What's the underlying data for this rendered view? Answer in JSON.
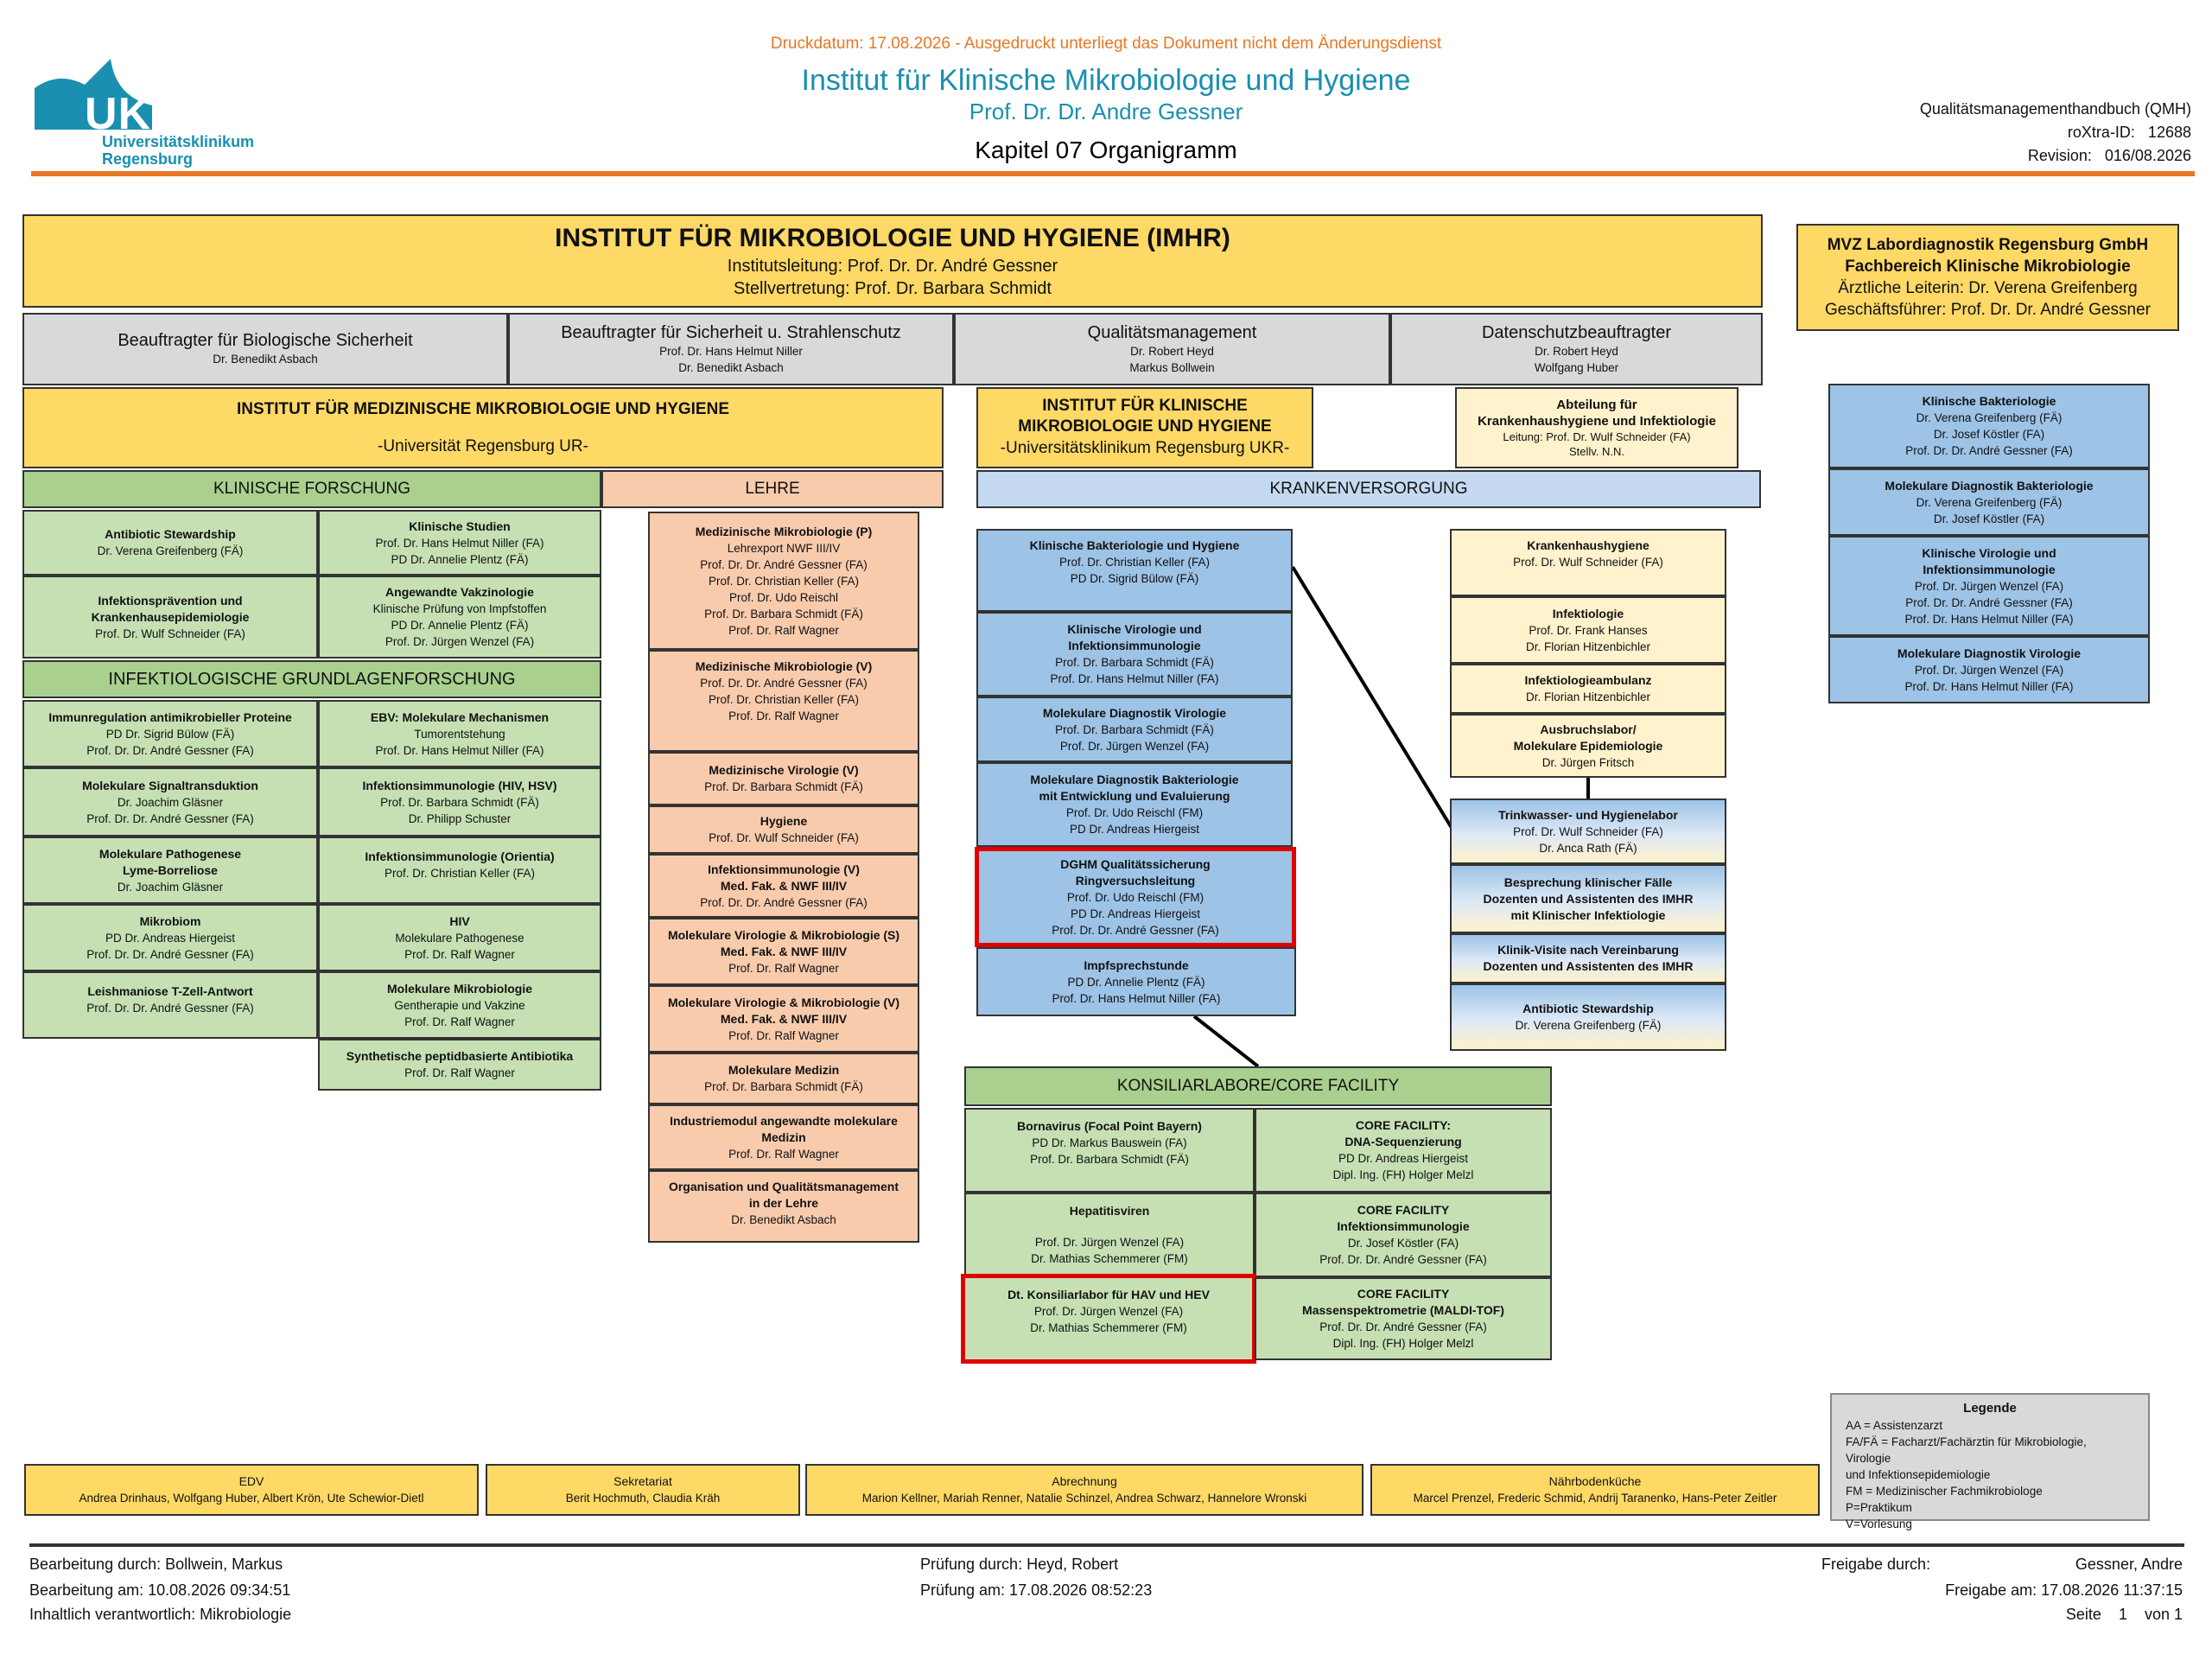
{
  "header": {
    "print_notice": "Druckdatum: 17.08.2026 - Ausgedruckt unterliegt das Dokument nicht dem Änderungsdienst",
    "institute": "Institut für Klinische Mikrobiologie und Hygiene",
    "head": "Prof. Dr. Dr. Andre Gessner",
    "chapter": "Kapitel 07 Organigramm",
    "logo_text": "UKR",
    "logo_sub1": "Universitätsklinikum",
    "logo_sub2": "Regensburg",
    "qmh": "Qualitätsmanagementhandbuch (QMH)",
    "roxtra": "roXtra-ID:   12688",
    "revision": "Revision:   016/08.2026"
  },
  "top": {
    "title": "INSTITUT FÜR MIKROBIOLOGIE UND HYGIENE (IMHR)",
    "lead": "Institutsleitung: Prof. Dr. Dr. André Gessner",
    "deputy": "Stellvertretung: Prof. Dr. Barbara Schmidt"
  },
  "mvz": {
    "l1": "MVZ Labordiagnostik Regensburg GmbH",
    "l2": "Fachbereich Klinische Mikrobiologie",
    "l3": "Ärztliche Leiterin: Dr. Verena Greifenberg",
    "l4": "Geschäftsführer: Prof. Dr. Dr. André Gessner"
  },
  "officers": [
    {
      "title": "Beauftragter für Biologische Sicherheit",
      "names": "Dr. Benedikt Asbach"
    },
    {
      "title": "Beauftragter für Sicherheit u. Strahlenschutz",
      "names": "Prof. Dr. Hans Helmut Niller\nDr. Benedikt Asbach"
    },
    {
      "title": "Qualitätsmanagement",
      "names": "Dr. Robert Heyd\nMarkus Bollwein"
    },
    {
      "title": "Datenschutzbeauftragter",
      "names": "Dr. Robert Heyd\nWolfgang Huber"
    }
  ],
  "imm": {
    "title": "INSTITUT FÜR MEDIZINISCHE MIKROBIOLOGIE UND HYGIENE",
    "sub": "-Universität Regensburg UR-"
  },
  "ukr_inst": {
    "title": "INSTITUT FÜR KLINISCHE\nMIKROBIOLOGIE UND HYGIENE",
    "sub": "-Universitätsklinikum Regensburg UKR-"
  },
  "abteilung": {
    "title": "Abteilung für\nKrankenhaushygiene und Infektiologie",
    "names": "Leitung: Prof. Dr. Wulf Schneider (FA)\nStellv. N.N."
  },
  "sections": {
    "klin_forschung": "KLINISCHE FORSCHUNG",
    "lehre": "LEHRE",
    "krankenversorgung": "KRANKENVERSORGUNG",
    "infekt_grundlagen": "INFEKTIOLOGISCHE GRUNDLAGENFORSCHUNG",
    "konsiliar": "KONSILIARLABORE/CORE FACILITY"
  },
  "kf_left": [
    {
      "title": "Antibiotic Stewardship",
      "names": "Dr. Verena Greifenberg (FÄ)"
    },
    {
      "title": "Infektionsprävention und\nKrankenhausepidemiologie",
      "names": "Prof. Dr. Wulf Schneider (FA)"
    }
  ],
  "kf_right": [
    {
      "title": "Klinische Studien",
      "names": "Prof. Dr. Hans Helmut Niller (FA)\nPD Dr. Annelie Plentz (FÄ)"
    },
    {
      "title": "Angewandte Vakzinologie",
      "names": "Klinische Prüfung von Impfstoffen\nPD Dr. Annelie Plentz (FÄ)\nProf. Dr. Jürgen Wenzel (FA)"
    }
  ],
  "ig_left": [
    {
      "title": "Immunregulation antimikrobieller Proteine",
      "names": "PD Dr. Sigrid Bülow (FÄ)\nProf. Dr. Dr. André Gessner (FA)"
    },
    {
      "title": "Molekulare Signaltransduktion",
      "names": "Dr. Joachim Gläsner\nProf. Dr. Dr. André Gessner (FA)"
    },
    {
      "title": "Molekulare Pathogenese\nLyme-Borreliose",
      "names": "Dr. Joachim Gläsner"
    },
    {
      "title": "Mikrobiom",
      "names": "PD Dr. Andreas Hiergeist\nProf. Dr. Dr. André Gessner (FA)"
    },
    {
      "title": "Leishmaniose T-Zell-Antwort",
      "names": "Prof. Dr. Dr. André Gessner (FA)"
    }
  ],
  "ig_right": [
    {
      "title": "EBV: Molekulare Mechanismen",
      "names": "Tumorentstehung\nProf. Dr. Hans Helmut Niller (FA)"
    },
    {
      "title": "Infektionsimmunologie (HIV, HSV)",
      "names": "Prof. Dr. Barbara Schmidt (FÄ)\nDr. Philipp Schuster"
    },
    {
      "title": "Infektionsimmunologie (Orientia)",
      "names": "Prof. Dr. Christian Keller (FA)"
    },
    {
      "title": "HIV",
      "names": "Molekulare Pathogenese\nProf. Dr. Ralf Wagner"
    },
    {
      "title": "Molekulare Mikrobiologie",
      "names": "Gentherapie und Vakzine\nProf. Dr. Ralf Wagner"
    },
    {
      "title": "Synthetische peptidbasierte Antibiotika",
      "names": "Prof. Dr. Ralf Wagner"
    }
  ],
  "lehre_items": [
    {
      "title": "Medizinische Mikrobiologie (P)",
      "names": "Lehrexport NWF III/IV\nProf. Dr. Dr. André Gessner (FA)\nProf. Dr. Christian Keller (FA)\nProf. Dr. Udo Reischl\nProf. Dr. Barbara Schmidt (FÄ)\nProf. Dr. Ralf Wagner"
    },
    {
      "title": "Medizinische Mikrobiologie (V)",
      "names": "Prof. Dr. Dr. André Gessner (FA)\nProf. Dr. Christian Keller (FA)\nProf. Dr. Ralf Wagner"
    },
    {
      "title": "Medizinische Virologie (V)",
      "names": "Prof. Dr. Barbara Schmidt (FÄ)"
    },
    {
      "title": "Hygiene",
      "names": "Prof. Dr. Wulf Schneider (FA)"
    },
    {
      "title": "Infektionsimmunologie (V)\nMed. Fak. & NWF III/IV",
      "names": "Prof. Dr. Dr. André Gessner (FA)"
    },
    {
      "title": "Molekulare Virologie & Mikrobiologie (S)\nMed. Fak. & NWF III/IV",
      "names": "Prof. Dr. Ralf Wagner"
    },
    {
      "title": "Molekulare Virologie & Mikrobiologie (V)\nMed. Fak. & NWF III/IV",
      "names": "Prof. Dr. Ralf Wagner"
    },
    {
      "title": "Molekulare Medizin",
      "names": "Prof. Dr. Barbara Schmidt (FÄ)"
    },
    {
      "title": "Industriemodul angewandte molekulare\nMedizin",
      "names": "Prof. Dr. Ralf Wagner"
    },
    {
      "title": "Organisation und Qualitätsmanagement\nin der Lehre",
      "names": "Dr. Benedikt Asbach"
    }
  ],
  "kv_items": [
    {
      "title": "Klinische Bakteriologie und Hygiene",
      "names": "Prof. Dr. Christian Keller (FA)\nPD Dr. Sigrid Bülow (FÄ)"
    },
    {
      "title": "Klinische Virologie und\nInfektionsimmunologie",
      "names": "Prof. Dr. Barbara Schmidt (FÄ)\nProf. Dr. Hans Helmut Niller (FA)"
    },
    {
      "title": "Molekulare Diagnostik Virologie",
      "names": "Prof. Dr. Barbara Schmidt (FÄ)\nProf. Dr. Jürgen Wenzel (FA)"
    },
    {
      "title": "Molekulare Diagnostik Bakteriologie\nmit Entwicklung und Evaluierung",
      "names": "Prof. Dr. Udo Reischl (FM)\nPD Dr. Andreas Hiergeist"
    },
    {
      "title": "DGHM Qualitätssicherung\nRingversuchsleitung",
      "names": "Prof. Dr. Udo Reischl (FM)\nPD Dr. Andreas Hiergeist\nProf. Dr. Dr. André Gessner (FA)"
    },
    {
      "title": "Impfsprechstunde",
      "names": "PD Dr. Annelie Plentz (FÄ)\nProf. Dr. Hans Helmut Niller (FA)"
    }
  ],
  "hyg_items": [
    {
      "title": "Krankenhaushygiene",
      "names": "Prof. Dr. Wulf Schneider (FA)"
    },
    {
      "title": "Infektiologie",
      "names": "Prof. Dr. Frank Hanses\nDr. Florian Hitzenbichler"
    },
    {
      "title": "Infektiologieambulanz",
      "names": "Dr. Florian Hitzenbichler"
    },
    {
      "title": "Ausbruchslabor/\nMolekulare Epidemiologie",
      "names": "Dr. Jürgen Fritsch"
    }
  ],
  "grad_items": [
    {
      "title": "Trinkwasser- und Hygienelabor",
      "names": "Prof. Dr. Wulf Schneider (FA)\nDr. Anca Rath (FÄ)"
    },
    {
      "title": "Besprechung klinischer Fälle\nDozenten und Assistenten des IMHR\nmit Klinischer Infektiologie",
      "names": ""
    },
    {
      "title": "Klinik-Visite nach Vereinbarung\nDozenten und Assistenten des IMHR",
      "names": ""
    },
    {
      "title": "Antibiotic Stewardship",
      "names": "Dr. Verena Greifenberg (FÄ)"
    }
  ],
  "mvz_items": [
    {
      "title": "Klinische Bakteriologie",
      "names": "Dr. Verena Greifenberg (FÄ)\nDr. Josef Köstler (FA)\nProf. Dr. Dr. André Gessner (FA)"
    },
    {
      "title": "Molekulare Diagnostik Bakteriologie",
      "names": "Dr. Verena Greifenberg (FÄ)\nDr. Josef Köstler (FA)"
    },
    {
      "title": "Klinische Virologie und\nInfektionsimmunologie",
      "names": "Prof. Dr. Jürgen Wenzel (FA)\nProf. Dr. Dr. André Gessner (FA)\nProf. Dr. Hans Helmut Niller (FA)"
    },
    {
      "title": "Molekulare Diagnostik Virologie",
      "names": "Prof. Dr. Jürgen Wenzel (FA)\nProf. Dr. Hans Helmut Niller (FA)"
    }
  ],
  "konsiliar_items": [
    {
      "title": "Bornavirus (Focal Point Bayern)",
      "names": "PD Dr. Markus Bauswein (FA)\nProf. Dr. Barbara Schmidt (FÄ)"
    },
    {
      "title": "CORE FACILITY:\nDNA-Sequenzierung",
      "names": "PD Dr. Andreas Hiergeist\nDipl. Ing. (FH) Holger Melzl"
    },
    {
      "title": "Hepatitisviren",
      "names": "Prof. Dr. Jürgen Wenzel (FA)\nDr. Mathias Schemmerer (FM)"
    },
    {
      "title": "CORE FACILITY\nInfektionsimmunologie",
      "names": "Dr. Josef Köstler (FA)\nProf. Dr. Dr. André Gessner (FA)"
    },
    {
      "title": "Dt. Konsiliarlabor für HAV und HEV",
      "names": "Prof. Dr. Jürgen Wenzel (FA)\nDr. Mathias Schemmerer (FM)"
    },
    {
      "title": "CORE FACILITY\nMassenspektrometrie (MALDI-TOF)",
      "names": "Prof. Dr. Dr. André Gessner (FA)\nDipl. Ing. (FH) Holger Melzl"
    }
  ],
  "legend": {
    "title": "Legende",
    "items": [
      "AA = Assistenzarzt",
      "FA/FÄ = Facharzt/Fachärztin für Mikrobiologie, Virologie",
      "und Infektionsepidemiologie",
      "FM = Medizinischer Fachmikrobiologe",
      "P=Praktikum",
      "V=Vorlesung"
    ]
  },
  "bottom": [
    {
      "title": "EDV",
      "names": "Andrea Drinhaus, Wolfgang Huber, Albert Krön, Ute Schewior-Dietl"
    },
    {
      "title": "Sekretariat",
      "names": "Berit Hochmuth, Claudia Kräh"
    },
    {
      "title": "Abrechnung",
      "names": "Marion Kellner, Mariah Renner, Natalie Schinzel, Andrea Schwarz, Hannelore Wronski"
    },
    {
      "title": "Nährbodenküche",
      "names": "Marcel Prenzel, Frederic Schmid, Andrij Taranenko, Hans-Peter Zeitler"
    }
  ],
  "footer": {
    "bearbeitung_durch": "Bearbeitung durch:  Bollwein, Markus",
    "bearbeitung_am": "Bearbeitung am:  10.08.2026 09:34:51",
    "verantwortlich": "Inhaltlich verantwortlich:  Mikrobiologie",
    "pruefung_durch": "Prüfung durch:  Heyd, Robert",
    "pruefung_am": "Prüfung am:  17.08.2026 08:52:23",
    "freigabe_durch_label": "Freigabe durch:",
    "freigabe_durch_name": "Gessner, Andre",
    "freigabe_am": "Freigabe am:  17.08.2026 11:37:15",
    "seite": "Seite    1    von 1"
  },
  "colors": {
    "accent_blue": "#1a8fb0",
    "accent_orange": "#e87722",
    "highlight_red": "#e00000"
  }
}
